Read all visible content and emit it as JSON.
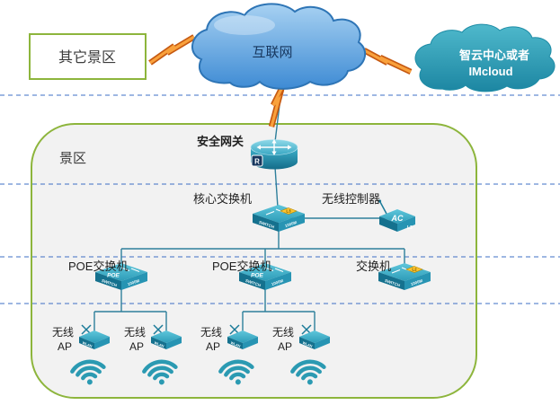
{
  "top": {
    "other_area_label": "其它景区",
    "internet_label": "互联网",
    "imcloud_line1": "智云中心或者",
    "imcloud_line2": "IMcloud"
  },
  "zone_label": "景区",
  "gateway": {
    "label": "安全网关",
    "badge": "R"
  },
  "core_switch": {
    "label": "核心交换机",
    "front1": "SWITCH",
    "front2": "1000M",
    "badge": "L3"
  },
  "wlan_controller": {
    "label": "无线控制器",
    "top_text": "AC",
    "badge": "L3"
  },
  "poe_switches": [
    {
      "label": "POE交换机",
      "top_text": "POE",
      "front1": "SWITCH",
      "front2": "1000M"
    },
    {
      "label": "POE交换机",
      "top_text": "POE",
      "front1": "SWITCH",
      "front2": "1000M"
    }
  ],
  "access_switch": {
    "label": "交换机",
    "front1": "SWITCH",
    "front2": "1000M",
    "badge": "L2"
  },
  "aps": [
    {
      "label_line1": "无线",
      "label_line2": "AP",
      "front": "WLAN"
    },
    {
      "label_line1": "无线",
      "label_line2": "AP",
      "front": "WLAN"
    },
    {
      "label_line1": "无线",
      "label_line2": "AP",
      "front": "WLAN"
    },
    {
      "label_line1": "无线",
      "label_line2": "AP",
      "front": "WLAN"
    }
  ],
  "icons": {
    "gateway": "router-icon",
    "core_switch": "layer3-switch-icon",
    "wlan_controller": "access-controller-icon",
    "poe_switch": "poe-switch-icon",
    "access_switch": "switch-icon",
    "ap": "wireless-ap-icon",
    "signal": "wifi-signal-icon",
    "uplink": "lightning-link-icon"
  },
  "colors": {
    "zone_border": "#8DB53C",
    "zone_fill": "#F2F2F2",
    "internet_cloud": "#3E8BD4",
    "imcloud_teal": "#2B9AB2",
    "device_teal": "#2D9CB8",
    "link_line": "#2E7F9B",
    "separator_blue": "#3E6FC4",
    "lightning_orange": "#F9A13C"
  }
}
